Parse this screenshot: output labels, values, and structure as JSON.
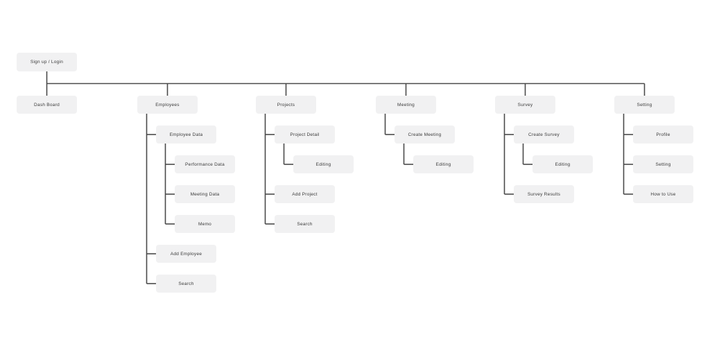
{
  "diagram": {
    "type": "sitemap",
    "colors": {
      "background": "#ffffff",
      "node_fill": "#f1f1f2",
      "connector": "#4a4a4a",
      "text": "#3a3a3a"
    },
    "root": {
      "label": "Sign up / Login"
    },
    "dashboard": {
      "label": "Dash Board"
    },
    "sections": [
      {
        "label": "Employees",
        "children": [
          {
            "label": "Employee Data",
            "children": [
              {
                "label": "Performance Data"
              },
              {
                "label": "Meeting Data"
              },
              {
                "label": "Memo"
              }
            ]
          },
          {
            "label": "Add Employee"
          },
          {
            "label": "Search"
          }
        ]
      },
      {
        "label": "Projects",
        "children": [
          {
            "label": "Project Detail",
            "children": [
              {
                "label": "Editing"
              }
            ]
          },
          {
            "label": "Add Project"
          },
          {
            "label": "Search"
          }
        ]
      },
      {
        "label": "Meeting",
        "children": [
          {
            "label": "Create Meeting",
            "children": [
              {
                "label": "Editing"
              }
            ]
          }
        ]
      },
      {
        "label": "Survey",
        "children": [
          {
            "label": "Create Survey",
            "children": [
              {
                "label": "Editing"
              }
            ]
          },
          {
            "label": "Survey Results"
          }
        ]
      },
      {
        "label": "Setting",
        "children": [
          {
            "label": "Profile"
          },
          {
            "label": "Setting"
          },
          {
            "label": "How to Use"
          }
        ]
      }
    ]
  }
}
